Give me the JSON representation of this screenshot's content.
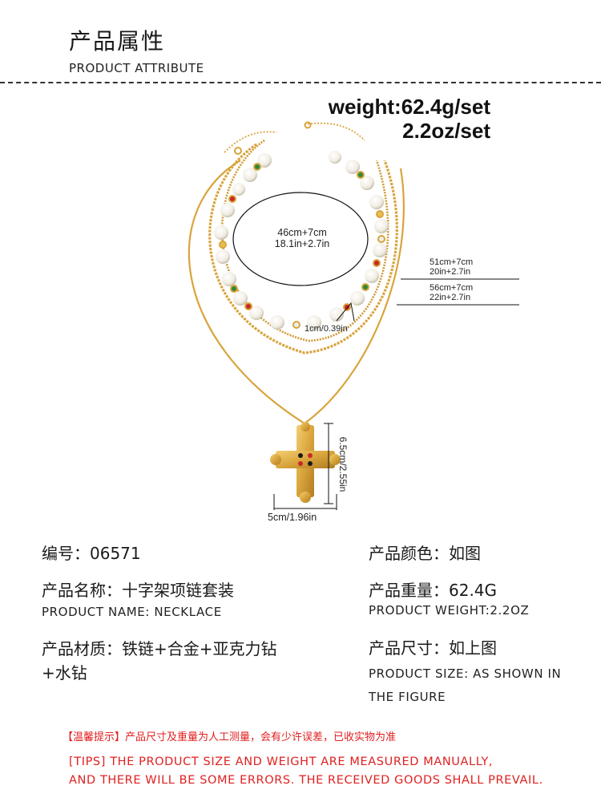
{
  "header": {
    "title_cn": "产品属性",
    "title_en": "PRODUCT ATTRIBUTE"
  },
  "weight": {
    "line1": "weight:62.4g/set",
    "line2": "2.2oz/set"
  },
  "dimensions": {
    "inner_cm": "46cm+7cm",
    "inner_in": "18.1in+2.7in",
    "mid_cm": "51cm+7cm",
    "mid_in": "20in+2.7in",
    "outer_cm": "56cm+7cm",
    "outer_in": "22in+2.7in",
    "bead": "1cm/0.39in",
    "cross_height": "6.5cm/2.55in",
    "cross_width": "5cm/1.96in"
  },
  "specs": {
    "code": "编号：06571",
    "color": "产品颜色：如图",
    "name_cn": "产品名称：十字架项链套装",
    "name_en": "PRODUCT NAME:  NECKLACE",
    "weight_cn": "产品重量：62.4G",
    "weight_en": "PRODUCT WEIGHT:2.2OZ",
    "material_line1": "产品材质：铁链+合金+亚克力钻",
    "material_line2": "+水钻",
    "size_cn": "产品尺寸：如上图",
    "size_en_line1": "PRODUCT SIZE:  AS SHOWN IN",
    "size_en_line2": "THE FIGURE"
  },
  "tips": {
    "cn": "【温馨提示】产品尺寸及重量为人工测量，会有少许误差，已收实物为准",
    "en_line1": "[TIPS] THE PRODUCT SIZE AND WEIGHT ARE MEASURED MANUALLY,",
    "en_line2": "AND THERE WILL BE SOME ERRORS. THE RECEIVED GOODS SHALL PREVAIL."
  },
  "colors": {
    "gold": "#d9a43c",
    "tip_red": "#e02020"
  }
}
